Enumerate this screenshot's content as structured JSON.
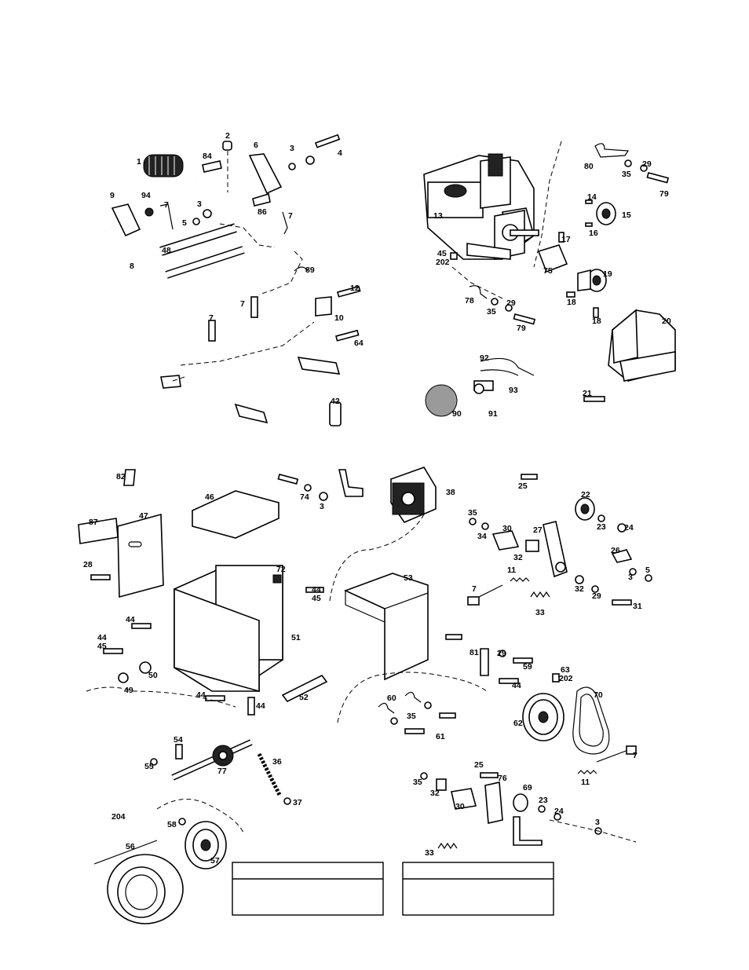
{
  "callouts": {
    "handle": [
      "1",
      "2",
      "84",
      "6",
      "3",
      "4",
      "9",
      "94",
      "7",
      "3",
      "5",
      "86",
      "7",
      "48",
      "8",
      "89",
      "12",
      "7",
      "7",
      "10",
      "64",
      "42"
    ],
    "engine": [
      "80",
      "29",
      "35",
      "79",
      "14",
      "15",
      "13",
      "16",
      "17",
      "45",
      "202",
      "75",
      "19",
      "78",
      "29",
      "35",
      "79",
      "18",
      "18",
      "20",
      "92",
      "93",
      "90",
      "91",
      "21"
    ],
    "frame": [
      "82",
      "74",
      "3",
      "38",
      "25",
      "87",
      "47",
      "46",
      "22",
      "35",
      "30",
      "23",
      "24",
      "34",
      "27",
      "32",
      "26",
      "28",
      "72",
      "53",
      "5",
      "3",
      "44",
      "45",
      "11",
      "32",
      "7",
      "29",
      "31",
      "33",
      "44",
      "44",
      "45",
      "51",
      "81",
      "29",
      "59",
      "63",
      "202",
      "50",
      "49",
      "44",
      "70",
      "44",
      "52",
      "44",
      "60",
      "35",
      "62",
      "61",
      "54",
      "36",
      "55",
      "77",
      "7",
      "37",
      "25",
      "11",
      "35",
      "76",
      "32",
      "69",
      "23",
      "30",
      "24",
      "204",
      "58",
      "3",
      "56",
      "57",
      "33"
    ]
  },
  "table": {
    "left_box": {
      "header": "",
      "body": ""
    },
    "right_box": {
      "header": "",
      "body": ""
    }
  }
}
